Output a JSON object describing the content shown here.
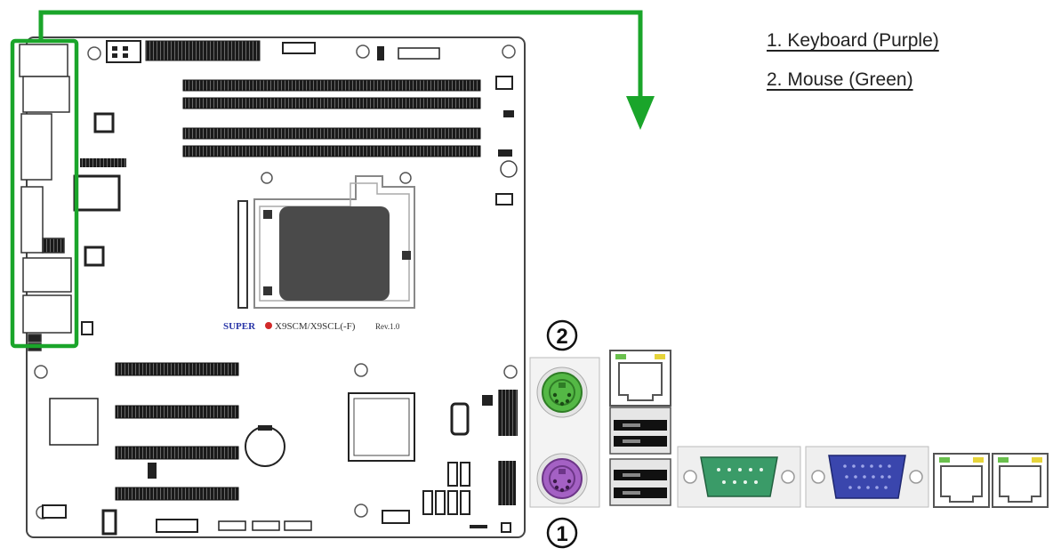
{
  "legend": [
    {
      "number": "1",
      "label": "1. Keyboard (Purple)"
    },
    {
      "number": "2",
      "label": "2. Mouse (Green)"
    }
  ],
  "board": {
    "brand": "SUPER",
    "model": "X9SCM/X9SCL(-F)",
    "revision": "Rev.1.0"
  },
  "callouts": {
    "keyboard_number": "1",
    "mouse_number": "2"
  },
  "colors": {
    "highlight": "#1aa52a",
    "keyboard_port": "#a461c4",
    "mouse_port": "#54b845",
    "serial_port": "#3a9b68",
    "vga_port": "#3a46ad",
    "brand_red": "#d22a2a",
    "brand_blue": "#2a36a8"
  },
  "icons": {
    "arrow": "arrow-down-icon"
  }
}
